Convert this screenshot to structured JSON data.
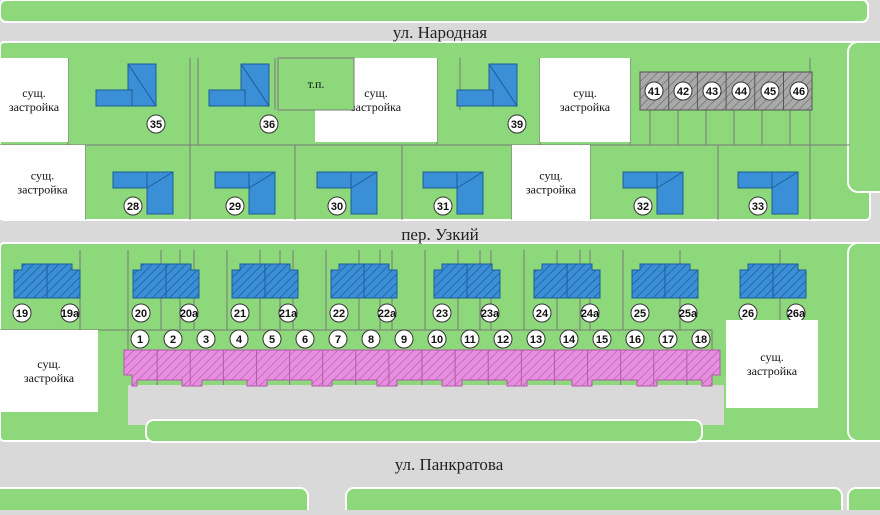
{
  "colors": {
    "green": "#8cd87a",
    "road": "#d9d9d9",
    "existing": "#ffffff",
    "house": "#3a8fd6",
    "townhouse": "#e88ee0",
    "marker": "#ffffff"
  },
  "streets": {
    "top": "ул. Народная",
    "middle": "пер. Узкий",
    "bottom": "ул. Панкратова"
  },
  "labels": {
    "existing": "сущ. застройка",
    "substation": "т.п."
  },
  "plots": {
    "north_row1": [
      "35",
      "36",
      "39"
    ],
    "north_row2": [
      "28",
      "29",
      "30",
      "31",
      "32",
      "33"
    ],
    "gray_block": [
      "41",
      "42",
      "43",
      "44",
      "45",
      "46"
    ],
    "duplex_pairs": [
      [
        "19",
        "19а"
      ],
      [
        "20",
        "20а"
      ],
      [
        "21",
        "21а"
      ],
      [
        "22",
        "22а"
      ],
      [
        "23",
        "23а"
      ],
      [
        "24",
        "24а"
      ],
      [
        "25",
        "25а"
      ],
      [
        "26",
        "26а"
      ]
    ],
    "townhouse_row": [
      "1",
      "2",
      "3",
      "4",
      "5",
      "6",
      "7",
      "8",
      "9",
      "10",
      "11",
      "12",
      "13",
      "14",
      "15",
      "16",
      "17",
      "18"
    ]
  }
}
